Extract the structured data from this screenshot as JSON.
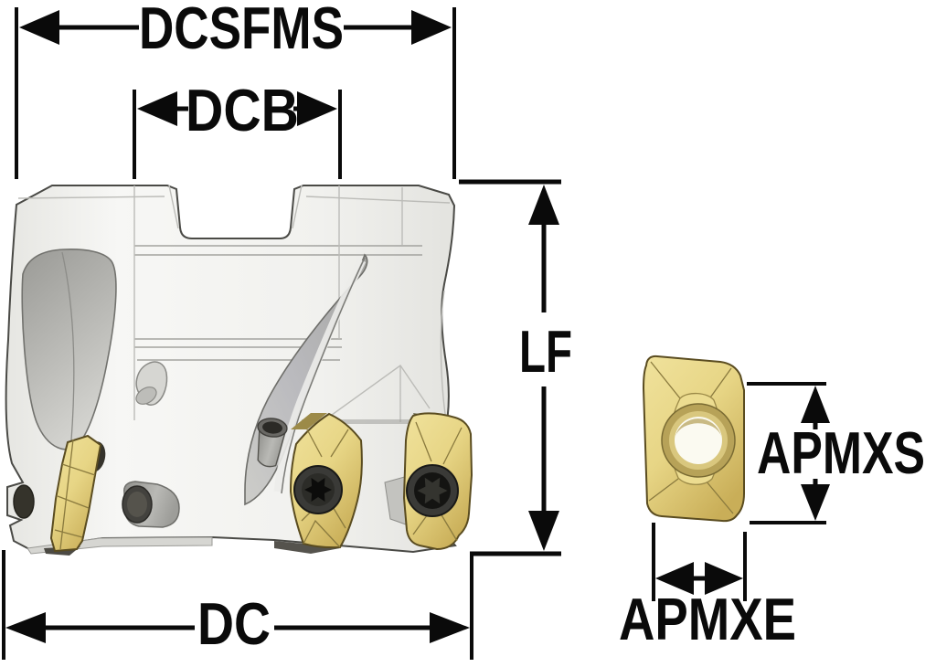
{
  "dimension_labels": {
    "dcsfms": "DCSFMS",
    "dcb": "DCB",
    "lf": "LF",
    "dc": "DC",
    "apmxs": "APMXS",
    "apmxe": "APMXE"
  },
  "colors": {
    "background": "#ffffff",
    "dimension": "#0a0a0a",
    "insert_gold": "#e7d585",
    "insert_gold_dark": "#c3a854",
    "body_light": "#f4f4f1",
    "body_shade": "#dededa",
    "flute_gray": "#aeaeaa",
    "screw_dark": "#2f2f2c"
  }
}
